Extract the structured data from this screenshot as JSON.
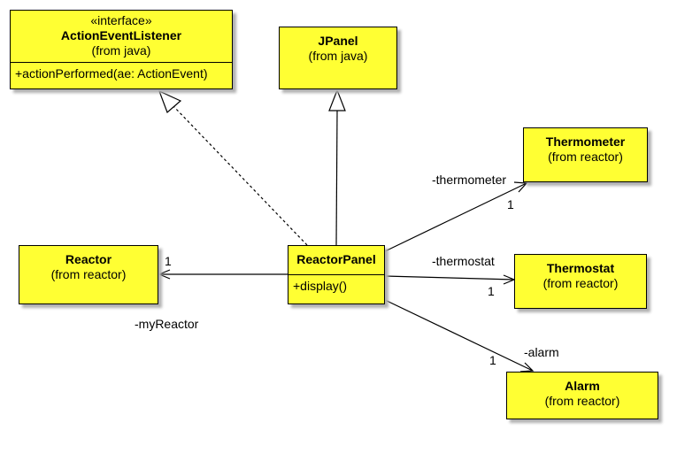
{
  "classes": {
    "action_event_listener": {
      "stereotype": "«interface»",
      "name": "ActionEventListener",
      "origin": "(from java)",
      "operation": "+actionPerformed(ae: ActionEvent)"
    },
    "jpanel": {
      "name": "JPanel",
      "origin": "(from java)"
    },
    "thermometer": {
      "name": "Thermometer",
      "origin": "(from reactor)"
    },
    "reactor": {
      "name": "Reactor",
      "origin": "(from reactor)"
    },
    "reactor_panel": {
      "name": "ReactorPanel",
      "operation": "+display()"
    },
    "thermostat": {
      "name": "Thermostat",
      "origin": "(from reactor)"
    },
    "alarm": {
      "name": "Alarm",
      "origin": "(from reactor)"
    }
  },
  "associations": {
    "thermometer": {
      "role": "-thermometer",
      "multiplicity": "1"
    },
    "thermostat": {
      "role": "-thermostat",
      "multiplicity": "1"
    },
    "alarm": {
      "role": "-alarm",
      "multiplicity": "1"
    },
    "reactor": {
      "role": "-myReactor",
      "multiplicity": "1"
    }
  }
}
